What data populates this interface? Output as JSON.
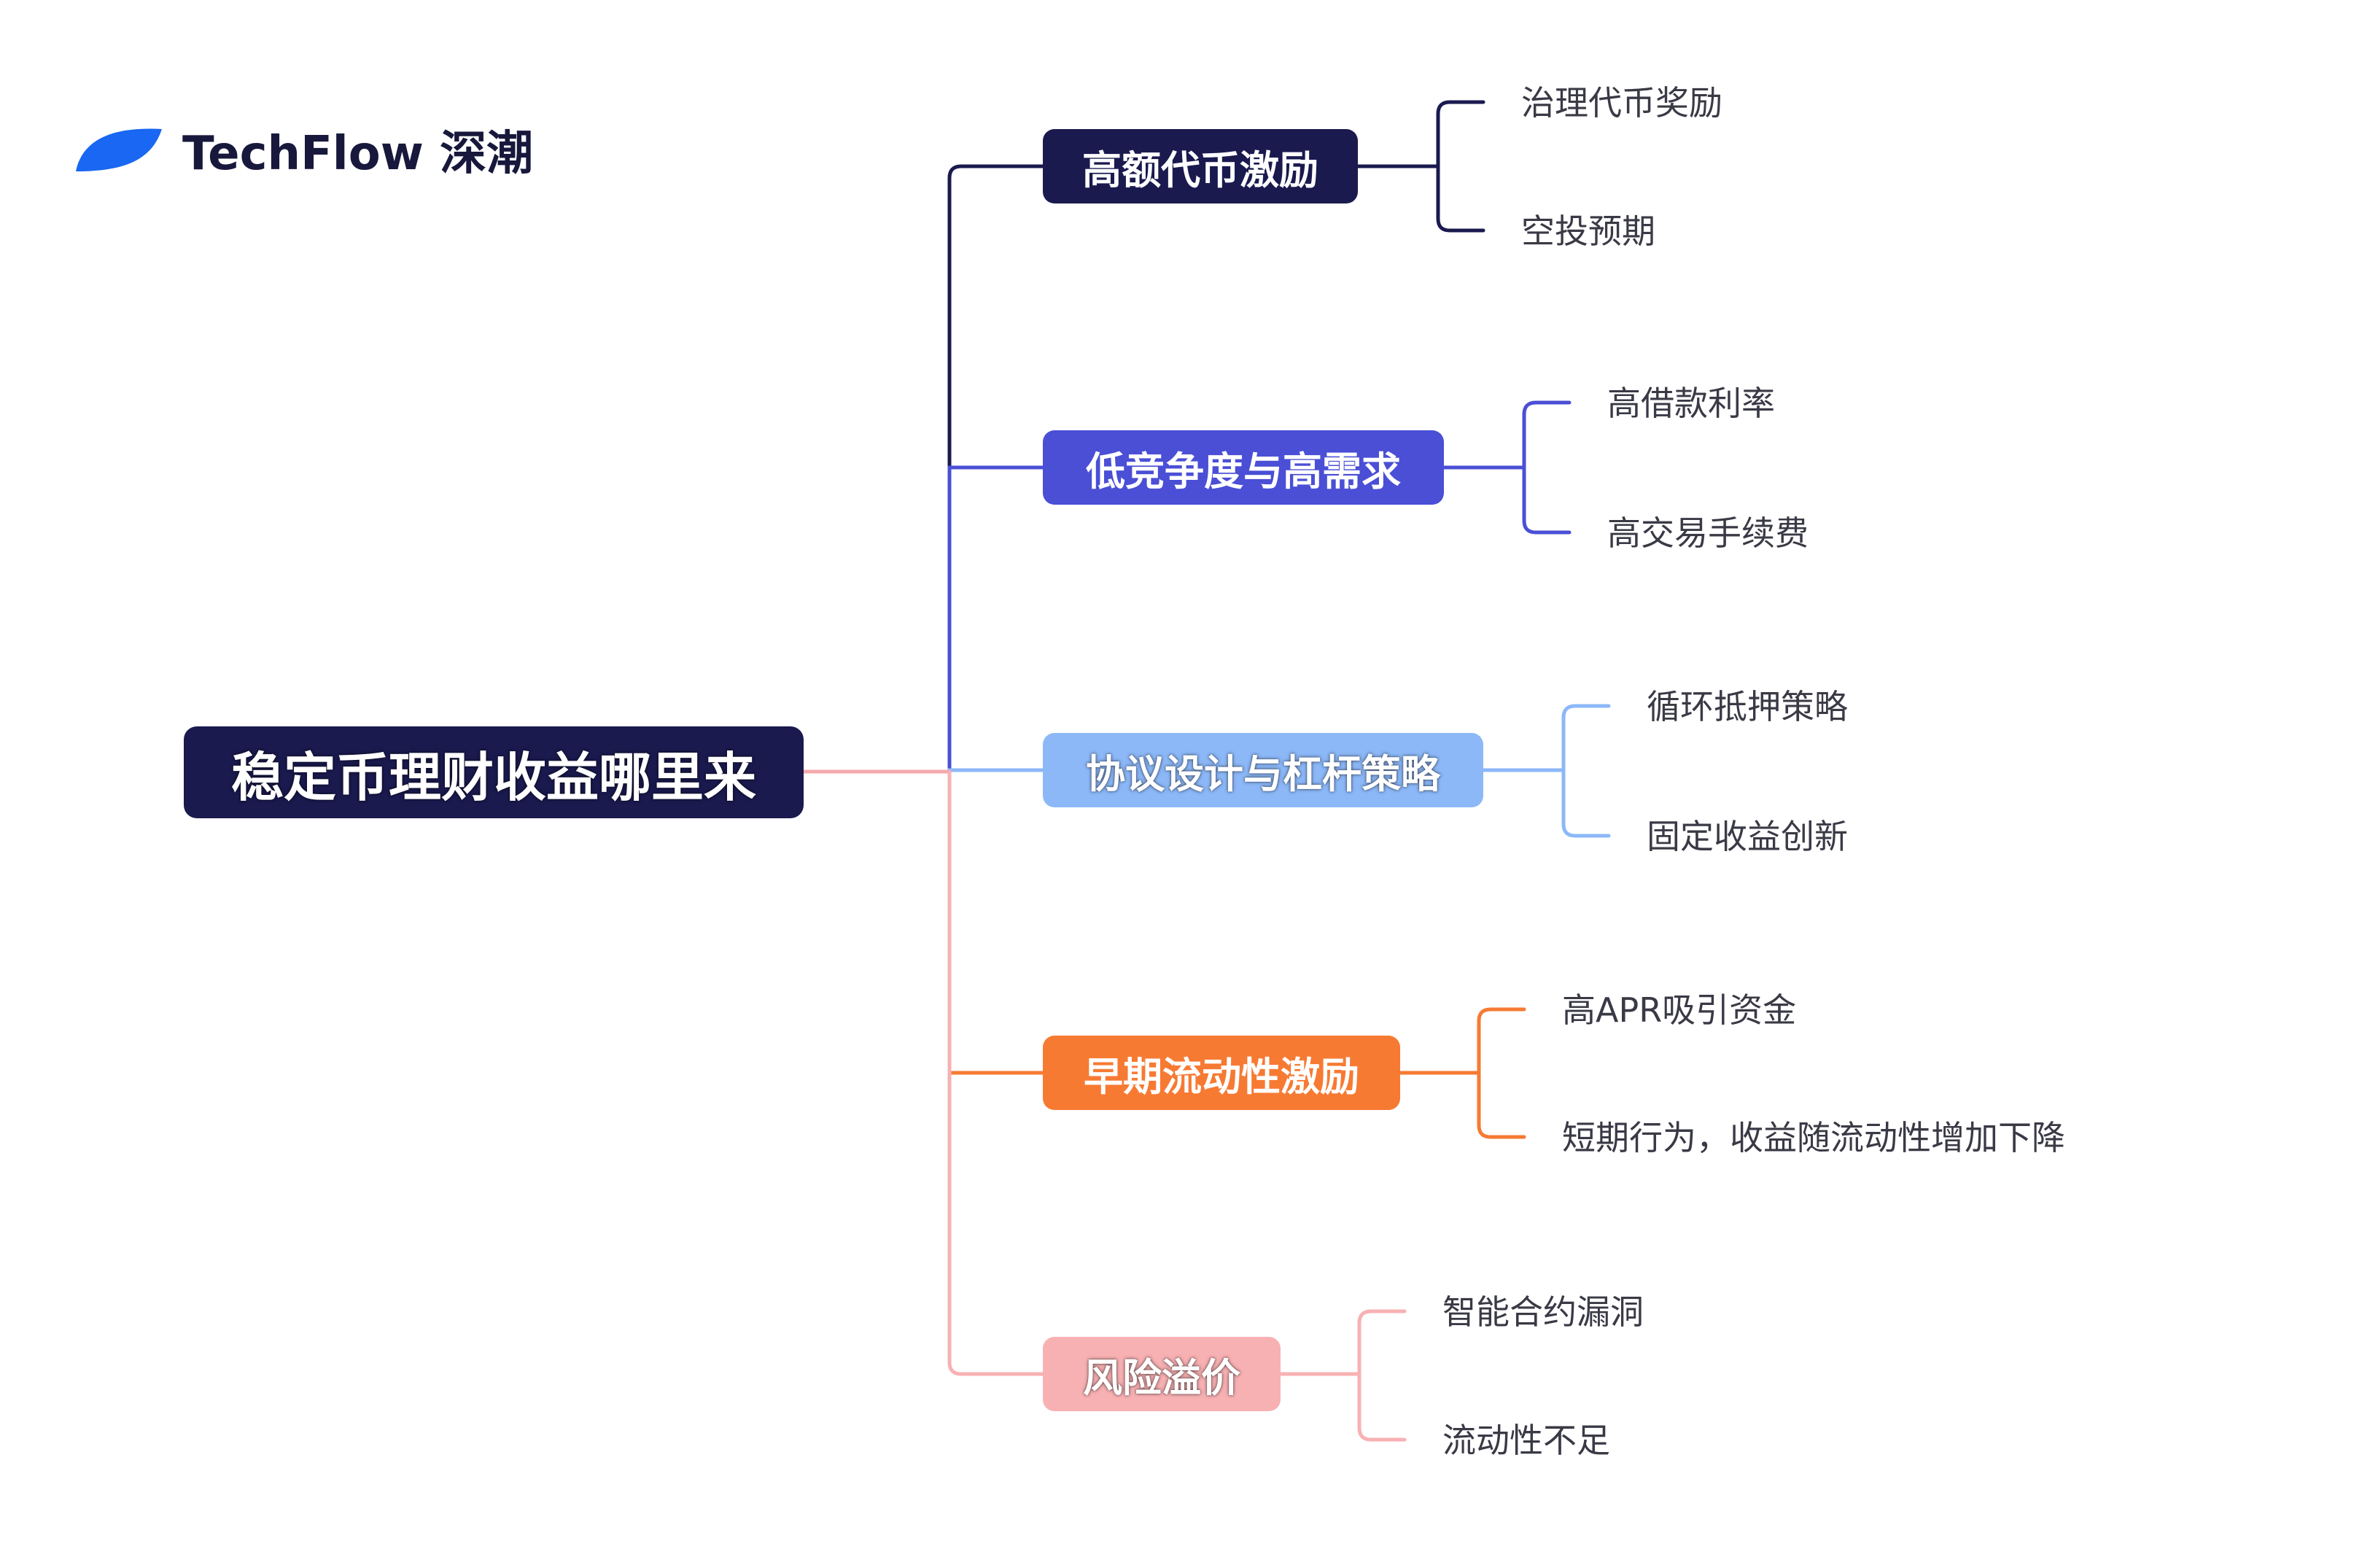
{
  "logo": {
    "text": "TechFlow 深潮",
    "color": "#1967f2",
    "text_color": "#17183b"
  },
  "root": {
    "label": "稳定币理财收益哪里来",
    "color": "#1a1a4f"
  },
  "root_connector_color": "#f4a9ab",
  "branches": [
    {
      "label": "高额代币激励",
      "color": "#1a1a4f",
      "children": [
        "治理代币奖励",
        "空投预期"
      ]
    },
    {
      "label": "低竞争度与高需求",
      "color": "#4a4fd6",
      "children": [
        "高借款利率",
        "高交易手续费"
      ]
    },
    {
      "label": "协议设计与杠杆策略",
      "color": "#8cb8f8",
      "children": [
        "循环抵押策略",
        "固定收益创新"
      ]
    },
    {
      "label": "早期流动性激励",
      "color": "#f77a33",
      "children": [
        "高APR吸引资金",
        "短期行为，收益随流动性增加下降"
      ]
    },
    {
      "label": "风险溢价",
      "color": "#f8b1b3",
      "children": [
        "智能合约漏洞",
        "流动性不足"
      ]
    }
  ]
}
